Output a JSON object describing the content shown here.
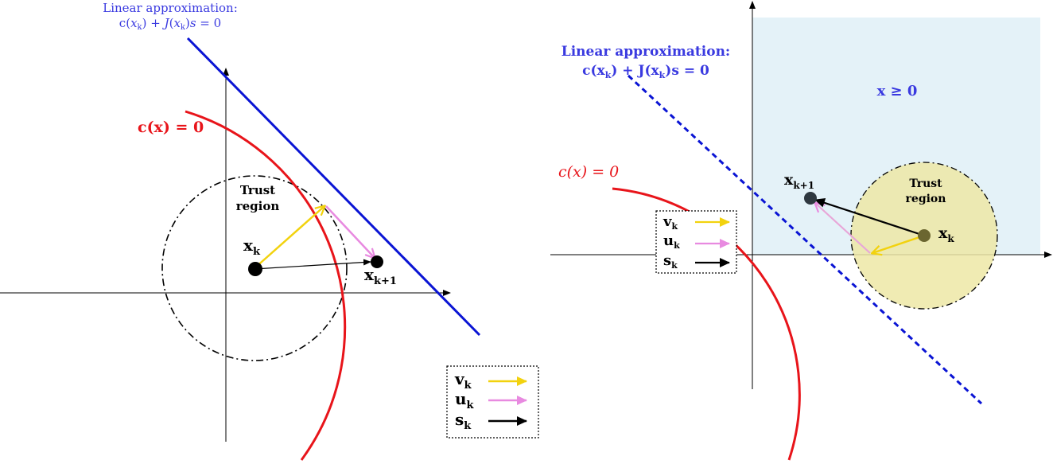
{
  "left": {
    "linear_title": "Linear approximation:",
    "linear_eq": "c(x_k) + J(x_k)s = 0",
    "constraint": "c(x) = 0",
    "trust": [
      "Trust",
      "region"
    ],
    "xk": "x_k",
    "xk1": "x_k+1",
    "legend": {
      "v": "v_k",
      "u": "u_k",
      "s": "s_k"
    }
  },
  "right": {
    "linear_title": "Linear approximation:",
    "linear_eq": "c(x_k) + J(x_k)s = 0",
    "constraint": "c(x) = 0",
    "feasible": "x ≥ 0",
    "trust": [
      "Trust",
      "region"
    ],
    "xk": "x_k",
    "xk1": "x_k+1",
    "legend": {
      "v": "v_k",
      "u": "u_k",
      "s": "s_k"
    }
  },
  "colors": {
    "constraint": "#e8141a",
    "linear": "#0a14d4",
    "v": "#f2d20e",
    "u": "#e88ae0",
    "s": "#000000",
    "feasible_fill": "#e4f2f8",
    "trust_fill": "#ede8a6",
    "label_blue": "#3a3ae0"
  }
}
